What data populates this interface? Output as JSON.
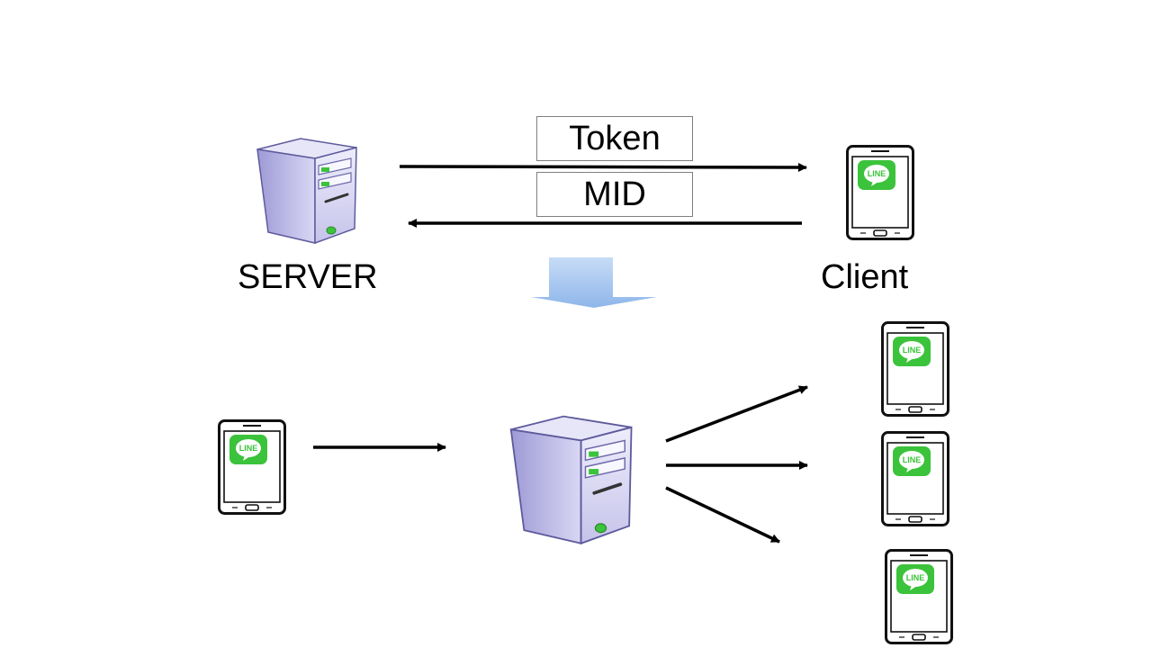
{
  "labels": {
    "token": "Token",
    "mid": "MID",
    "server": "SERVER",
    "client": "Client"
  },
  "icons": {
    "server": "server-tower-icon",
    "phone": "smartphone-icon",
    "app_badge_text": "LINE",
    "down_arrow": "down-arrow-icon"
  },
  "colors": {
    "line_green": "#3bc33b",
    "server_body": "#c9c6ec",
    "arrow_blue": "#a9c8f0"
  }
}
